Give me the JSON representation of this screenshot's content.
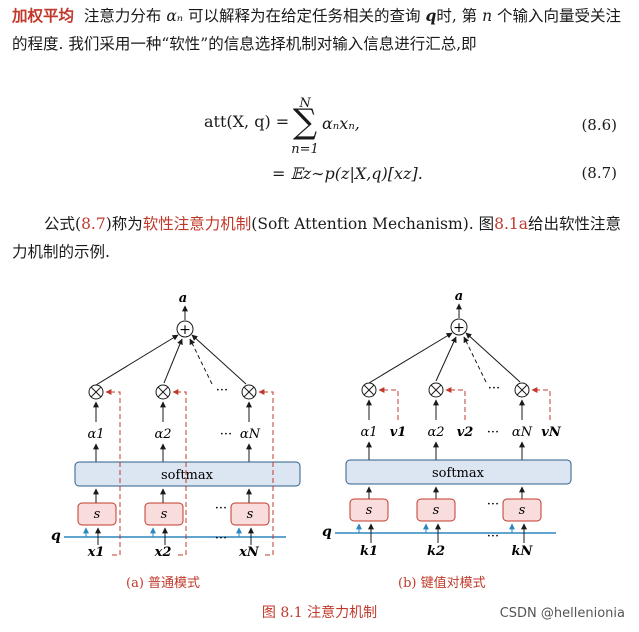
{
  "para1": {
    "term": "加权平均",
    "t1": "注意力分布",
    "alpha_n": "αₙ",
    "t2": "可以解释为在给定任务相关的查询",
    "q": "q",
    "t3": "时, 第",
    "n": "n",
    "t4": "个输入向量受关注的程度. 我们采用一种“软性”的信息选择机制对输入信息进行汇总,即"
  },
  "equations": {
    "eq1_lhs": "att(X, q) =",
    "eq1_sum_top": "N",
    "eq1_sum_bottom": "n=1",
    "eq1_rhs": "αₙxₙ,",
    "eq1_num": "(8.6)",
    "eq2_rhs": "= 𝔼z∼p(z|X,q)[xz].",
    "eq2_num": "(8.7)"
  },
  "para2": {
    "t1": "公式(",
    "ref": "8.7",
    "t2": ")称为",
    "term": "软性注意力机制",
    "t3": "(Soft Attention Mechanism). 图",
    "figref": "8.1a",
    "t4": "给出软性注意力机制的示例."
  },
  "figure": {
    "out_label": "a",
    "softmax": "softmax",
    "s": "s",
    "q": "q",
    "dots": "···",
    "left": {
      "alphas": [
        "α1",
        "α2",
        "αN"
      ],
      "xs": [
        "x1",
        "x2",
        "xN"
      ],
      "caption": "(a) 普通模式"
    },
    "right": {
      "alphas": [
        "α1",
        "α2",
        "αN"
      ],
      "vs": [
        "v1",
        "v2",
        "vN"
      ],
      "ks": [
        "k1",
        "k2",
        "kN"
      ],
      "caption": "(b) 键值对模式"
    },
    "title": "图 8.1  注意力机制",
    "colors": {
      "red": "#c0392b",
      "blue": "#2e86c1",
      "softmax_fill": "#dce6f2",
      "s_fill": "#f9dcdc"
    }
  },
  "watermark": "CSDN @hellenionia"
}
